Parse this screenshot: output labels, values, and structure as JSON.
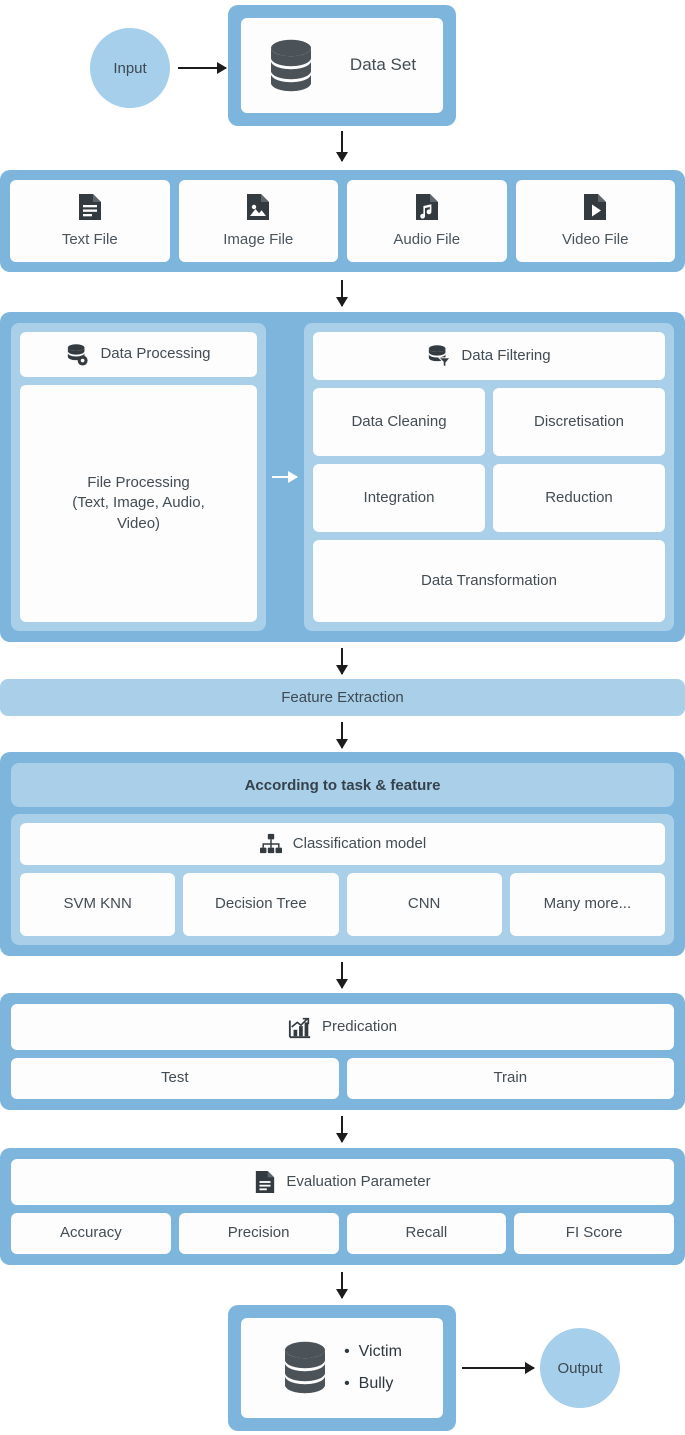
{
  "diagram": {
    "title": "Cyberbullying detection machine-learning pipeline flowchart",
    "colors": {
      "outer_frame": "#7eb5dd",
      "inner_band": "#a9cfe9",
      "card": "#fdfdfd",
      "circle": "#a6cfeb",
      "icon": "#333b41",
      "text": "#424c54",
      "arrow": "#1c1c1c"
    }
  },
  "input_node": {
    "label": "Input",
    "icon": "circle-node-icon"
  },
  "output_node": {
    "label": "Output",
    "icon": "circle-node-icon"
  },
  "dataset": {
    "label": "Data Set",
    "icon": "database-icon"
  },
  "file_types": {
    "items": [
      {
        "label": "Text File",
        "icon": "text-file-icon"
      },
      {
        "label": "Image File",
        "icon": "image-file-icon"
      },
      {
        "label": "Audio File",
        "icon": "audio-file-icon"
      },
      {
        "label": "Video File",
        "icon": "video-file-icon"
      }
    ]
  },
  "processing": {
    "left": {
      "header": {
        "label": "Data Processing",
        "icon": "database-gear-icon"
      },
      "body": "File Processing\n(Text, Image, Audio,\nVideo)"
    },
    "connector_icon": "arrow-right-icon",
    "right": {
      "header": {
        "label": "Data Filtering",
        "icon": "database-filter-icon"
      },
      "items": [
        "Data Cleaning",
        "Discretisation",
        "Integration",
        "Reduction"
      ],
      "wide_item": "Data  Transformation"
    }
  },
  "feature_extraction": {
    "label": "Feature Extraction"
  },
  "classification": {
    "banner": "According to task & feature",
    "header": {
      "label": "Classification model",
      "icon": "hierarchy-icon"
    },
    "models": [
      "SVM KNN",
      "Decision Tree",
      "CNN",
      "Many more..."
    ]
  },
  "prediction": {
    "header": {
      "label": "Predication",
      "icon": "bar-chart-trend-icon"
    },
    "items": [
      "Test",
      "Train"
    ]
  },
  "evaluation": {
    "header": {
      "label": "Evaluation Parameter",
      "icon": "document-icon"
    },
    "items": [
      "Accuracy",
      "Precision",
      "Recall",
      "FI Score"
    ]
  },
  "result": {
    "icon": "database-icon",
    "items": [
      "Victim",
      "Bully"
    ]
  }
}
